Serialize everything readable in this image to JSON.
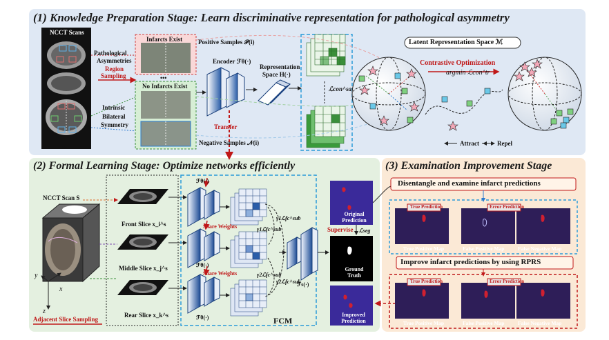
{
  "stage1": {
    "title": "(1) Knowledge Preparation Stage: Learn discriminative representation for pathological asymmetry",
    "ncct_scans": "NCCT Scans",
    "pathological": "Pathological",
    "asymmetries": "Asymmetries",
    "region": "Region",
    "sampling": "Sampling",
    "intrinsic": "Intrinsic",
    "bilateral": "Bilateral",
    "symmetry": "Symmetry",
    "infarcts_exist": "Infarcts Exist",
    "no_infarcts_exist": "No Infarcts Exist",
    "positive_samples": "Positive Samples 𝒫(i)",
    "negative_samples": "Negative Samples 𝒩(i)",
    "encoder": "Encoder ℱθ(·)",
    "rep_space_1": "Representation",
    "rep_space_2": "Space H(·)",
    "transfer": "Transfer",
    "loss_sa": "ℒcon^sa",
    "latent_space": "Latent Representation Space ℳ",
    "contrastive": "Contrastive Optimization",
    "argmin": "argmin ℒcon^tr",
    "attract": "Attract",
    "repel": "Repel",
    "dots": "•••"
  },
  "stage2": {
    "title": "(2) Formal Learning Stage: Optimize networks efficiently",
    "ncct_scan": "NCCT Scan S",
    "front_slice": "Front Slice x_i^s",
    "middle_slice": "Middle Slice x_j^s",
    "rear_slice": "Rear Slice x_k^s",
    "share_weights_1": "Share Weights",
    "share_weights_2": "Share Weights",
    "f_theta_1": "ℱθ(·)",
    "f_theta_2": "ℱθ(·)",
    "f_theta_3": "ℱθ(·)",
    "f_s": "ℱs(·)",
    "fcm": "FCM",
    "gamma1": "γ1ℒfc^sub",
    "gamma2": "γ2ℒfc^sub",
    "gamma_top": "γ1ℒfc^sub",
    "gamma_bot": "γ2ℒfc^sub",
    "supervise": "Supervise",
    "lseg": "ℒseg",
    "original_prediction": "Original Prediction",
    "ground_truth": "Ground Truth",
    "improved_prediction": "Improved Prediction",
    "adjacent": "Adjacent Slice Sampling",
    "axis_x": "x",
    "axis_y": "y",
    "axis_z": "z"
  },
  "stage3": {
    "title": "(3) Examination Improvement Stage",
    "disentangle": "Disentangle and examine infarct predictions",
    "improve": "Improve infarct predictions by using RPRS",
    "true_prediction": "True Prediction",
    "error_prediction": "Error Prediction",
    "tp_map": "True Positive Map",
    "fp_map": "False Positive Map",
    "fn_map": "False Negative Map"
  },
  "colors": {
    "stage1_bg": "#dfe8f4",
    "stage2_bg": "#e4f0e0",
    "stage3_bg": "#fbe9d6",
    "red_accent": "#c01818",
    "blue_cube": "#2a5da8",
    "green_grid": "#3a8f3a"
  }
}
